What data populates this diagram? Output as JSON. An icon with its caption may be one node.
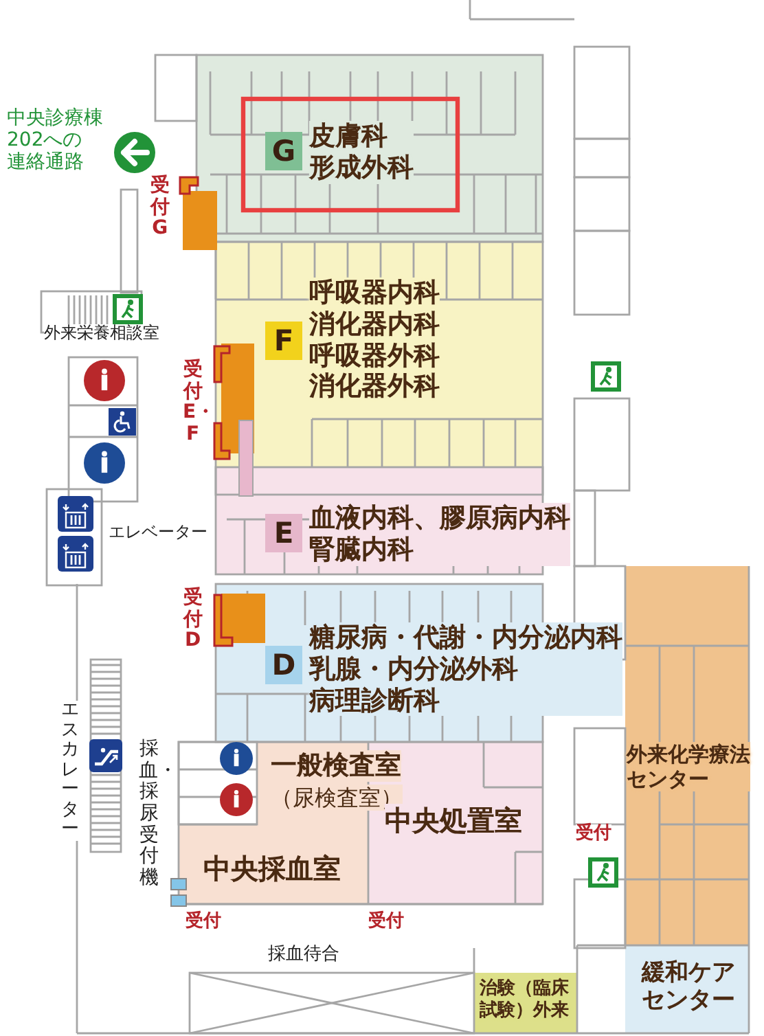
{
  "diagram": {
    "nodes": [
      {
        "text": [
          "G",
          "皮膚科形成外科"
        ]
      },
      {
        "text": [
          "F",
          "呼吸器内科消化器内科呼吸器外科消化器外科"
        ]
      },
      {
        "text": [
          "E",
          "血液内科、膠原病内科腎臓内科"
        ]
      },
      {
        "text": [
          "D",
          "糖尿病・代謝・内分泌内科乳腺・内分泌外科病理診断科"
        ]
      },
      {
        "text": [
          "一般検査室",
          "（尿検査室）"
        ]
      },
      {
        "text": [
          "中央採血室"
        ],
        "beside": [
          "受付"
        ]
      },
      {
        "text": [
          "中央処置室"
        ],
        "beside": [
          "受付"
        ]
      },
      {
        "text": [
          "外来化学療法センター"
        ]
      },
      {
        "text": [
          "治験（臨床試験）外来"
        ]
      },
      {
        "text": [
          "緩和ケアセンター"
        ]
      }
    ],
    "labels": [
      "中央診療棟202への連絡通路",
      "受付G",
      "外来栄養相談室",
      "受付E・F",
      "エレベーター",
      "受付D",
      "エスカレーター",
      "採血・採尿受付機",
      "受付",
      "採血待合"
    ]
  }
}
